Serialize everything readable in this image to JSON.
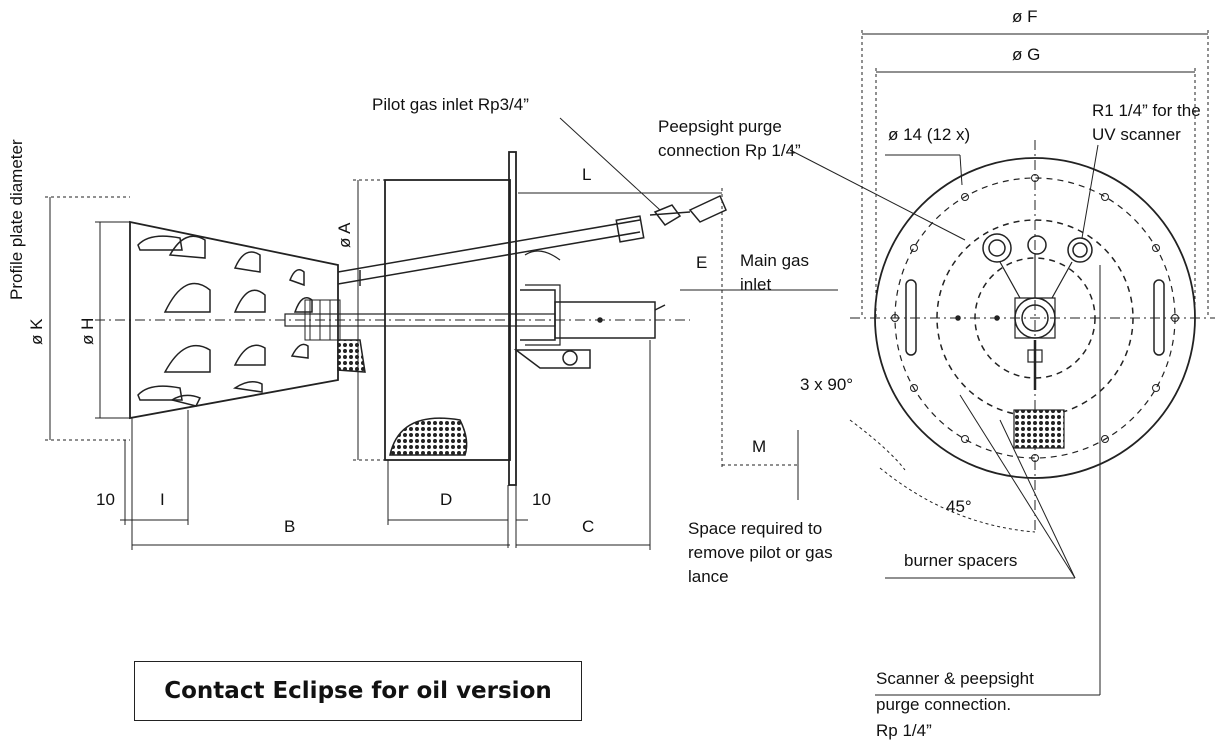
{
  "labels": {
    "profile_plate_diameter": "Profile plate diameter",
    "pilot_gas_inlet": "Pilot gas inlet Rp3/4”",
    "peepsight_purge_1": "Peepsight purge",
    "peepsight_purge_2": "connection Rp 1/4”",
    "main_gas_1": "Main gas",
    "main_gas_2": "inlet",
    "space_required_1": "Space required to",
    "space_required_2": "remove pilot or gas",
    "space_required_3": "lance",
    "holes": "ø 14 (12 x)",
    "uv_scanner_1": "R1 1/4” for the",
    "uv_scanner_2": "UV scanner",
    "three_x_90": "3 x 90°",
    "angle_45": "45°",
    "burner_spacers": "burner spacers",
    "scanner_purge_1": "Scanner & peepsight",
    "scanner_purge_2": "purge connection.",
    "scanner_purge_3": "Rp 1/4”"
  },
  "dimensions": {
    "K": "ø K",
    "H": "ø H",
    "A": "ø A",
    "L": "L",
    "E": "E",
    "M": "M",
    "F": "ø F",
    "G": "ø G",
    "B": "B",
    "C": "C",
    "D": "D",
    "I": "I",
    "ten_left": "10",
    "ten_mid": "10"
  },
  "note": {
    "text": "Contact Eclipse for oil version"
  }
}
